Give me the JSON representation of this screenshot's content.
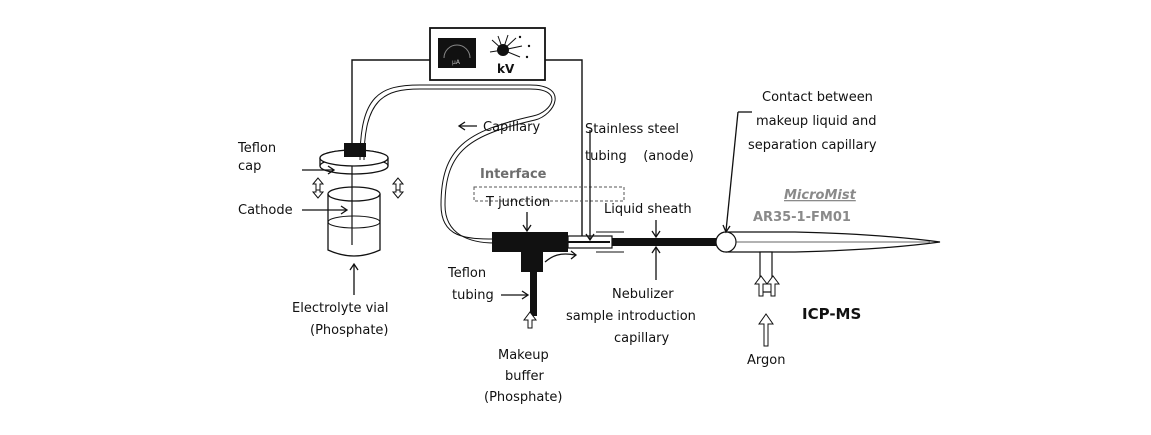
{
  "labels": {
    "teflon_cap": [
      "Teflon",
      "cap"
    ],
    "cathode": "Cathode",
    "electrolyte_vial": [
      "Electrolyte vial",
      "(Phosphate)"
    ],
    "capillary": "Capillary",
    "interface": "Interface",
    "t_junction": "T junction",
    "teflon_tubing": [
      "Teflon",
      "tubing"
    ],
    "makeup_buffer": [
      "Makeup",
      "buffer",
      "(Phosphate)"
    ],
    "stainless_steel": [
      "Stainless steel",
      "tubing    (anode)"
    ],
    "liquid_sheath": "Liquid sheath",
    "nebulizer_capillary": [
      "Nebulizer",
      "sample introduction",
      "capillary"
    ],
    "contact": [
      "Contact between",
      "makeup liquid and",
      "separation capillary"
    ],
    "nebulizer_name": [
      "MicroMist",
      "AR35-1-FM01"
    ],
    "icp_ms": "ICP-MS",
    "argon": "Argon",
    "kv": "kV",
    "meter_text": "µA"
  }
}
